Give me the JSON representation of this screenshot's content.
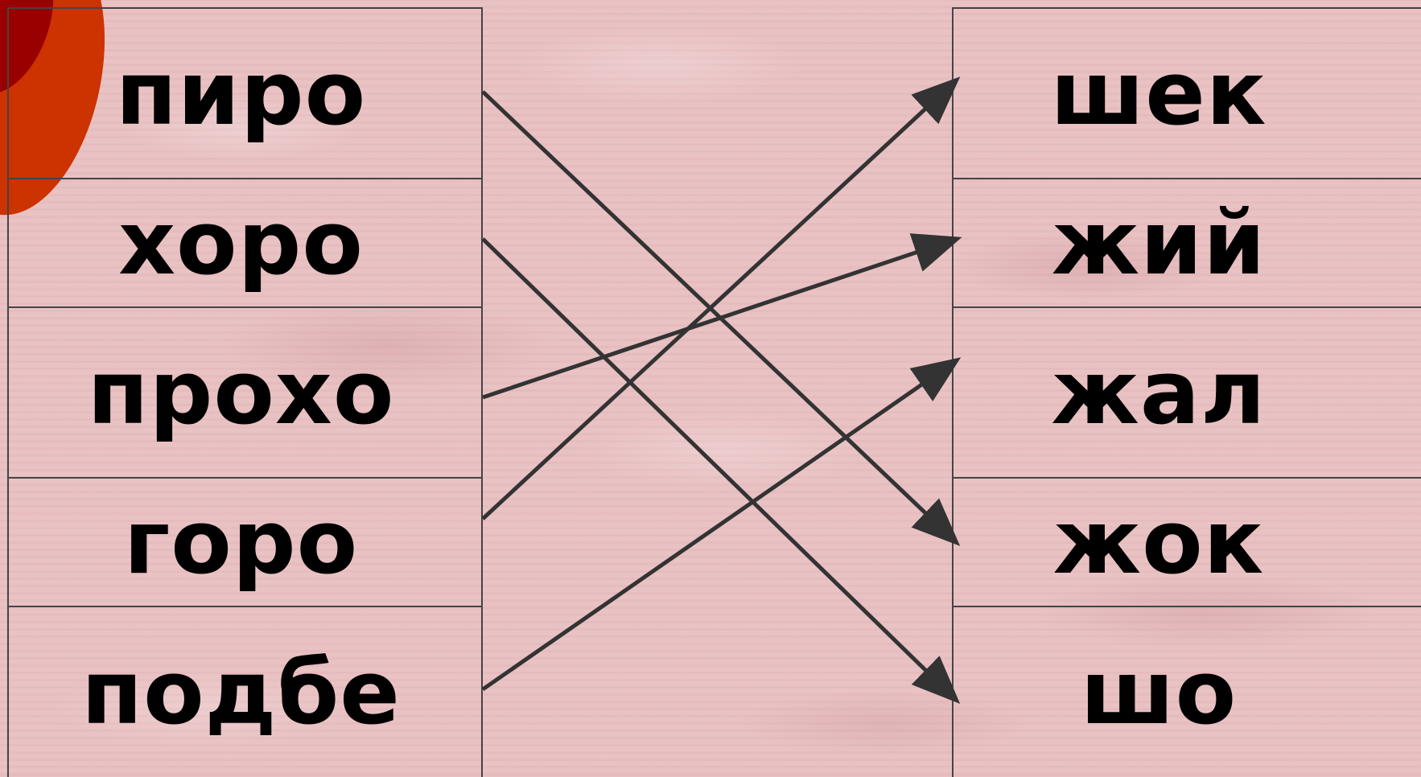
{
  "left_parts": [
    "пиро",
    "хоро",
    "прохо",
    "горо",
    "подбе"
  ],
  "right_parts": [
    "шек",
    "жий",
    "жал",
    "жок",
    "шо"
  ],
  "connections": [
    {
      "from": 0,
      "to": 3
    },
    {
      "from": 1,
      "to": 4
    },
    {
      "from": 2,
      "to": 1
    },
    {
      "from": 3,
      "to": 0
    },
    {
      "from": 4,
      "to": 2
    }
  ],
  "colors": {
    "background": "#e8bfc1",
    "line": "#333333",
    "text": "#000000",
    "accent_orange": "#cc3300",
    "accent_dark_red": "#990000"
  }
}
